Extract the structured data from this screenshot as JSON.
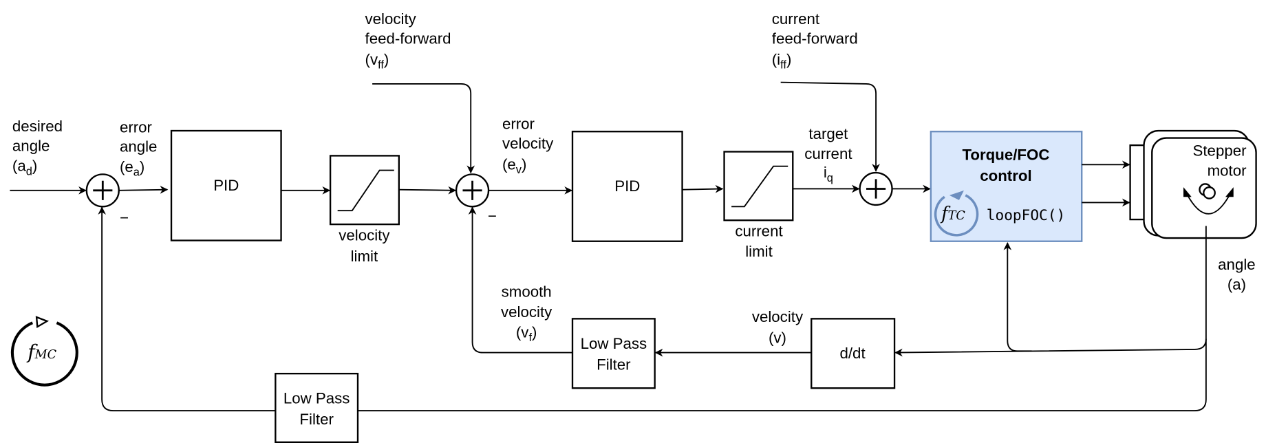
{
  "colors": {
    "foc_fill": "#dae8fc",
    "foc_stroke": "#6c8ebf",
    "line": "#000000"
  },
  "input": {
    "l1": "desired",
    "l2": "angle",
    "l3_pre": "(a",
    "l3_sub": "d",
    "l3_post": ")"
  },
  "error_angle": {
    "l1": "error",
    "l2": "angle",
    "l3_pre": "(e",
    "l3_sub": "a",
    "l3_post": ")"
  },
  "error_velocity": {
    "l1": "error",
    "l2": "velocity",
    "l3_pre": "(e",
    "l3_sub": "v",
    "l3_post": ")"
  },
  "velocity_ff": {
    "l1": "velocity",
    "l2": "feed-forward",
    "l3_pre": "(v",
    "l3_sub": "ff",
    "l3_post": ")"
  },
  "current_ff": {
    "l1": "current",
    "l2": "feed-forward",
    "l3_pre": "(i",
    "l3_sub": "ff",
    "l3_post": ")"
  },
  "target_current": {
    "l1": "target",
    "l2": "current",
    "l3_pre": "i",
    "l3_sub": "q"
  },
  "minus": "−",
  "pid1": "PID",
  "pid2": "PID",
  "velocity_limit": {
    "l1": "velocity",
    "l2": "limit"
  },
  "current_limit": {
    "l1": "current",
    "l2": "limit"
  },
  "foc": {
    "l1": "Torque/FOC",
    "l2": "control",
    "freq": "f",
    "freq_sub": "TC",
    "func": "loopFOC()"
  },
  "motor": {
    "l1": "Stepper",
    "l2": "motor"
  },
  "angle": {
    "l1": "angle",
    "l2": "(a)"
  },
  "ddt": "d/dt",
  "velocity": {
    "l1": "velocity",
    "l2": "(v)"
  },
  "smooth_velocity": {
    "l1": "smooth",
    "l2": "velocity",
    "l3_pre": "(v",
    "l3_sub": "f",
    "l3_post": ")"
  },
  "lpf1": {
    "l1": "Low Pass",
    "l2": "Filter"
  },
  "lpf2": {
    "l1": "Low Pass",
    "l2": "Filter"
  },
  "motion_freq": {
    "freq": "f",
    "freq_sub": "MC"
  }
}
